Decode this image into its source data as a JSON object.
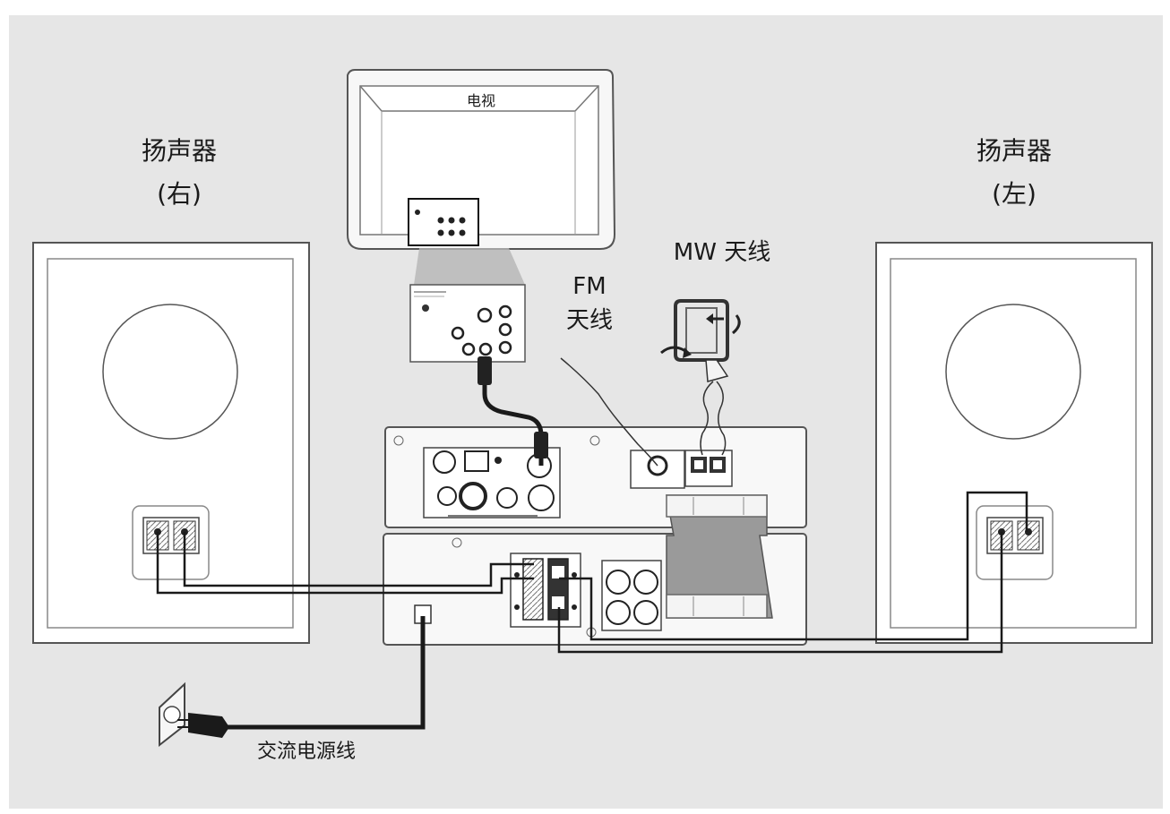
{
  "labels": {
    "tv": "电视",
    "speaker_right_line1": "扬声器",
    "speaker_right_line2": "(右)",
    "speaker_left_line1": "扬声器",
    "speaker_left_line2": "(左)",
    "mw_antenna": "MW 天线",
    "fm_line1": "FM",
    "fm_line2": "天线",
    "ac_cord": "交流电源线"
  },
  "colors": {
    "background": "#e6e6e6",
    "panel": "#ffffff",
    "outline": "#555555",
    "cable": "#1a1a1a",
    "flat_cable": "#9a9a9a"
  },
  "icons": [
    "wall-socket-icon",
    "power-plug-icon",
    "loop-antenna-icon",
    "rotate-arrow-icon"
  ]
}
